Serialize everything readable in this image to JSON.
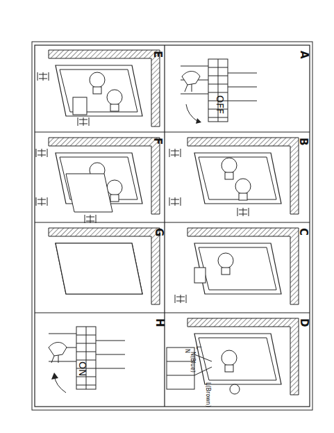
{
  "diagram": {
    "nodes": [
      {
        "text": [
          "A",
          "OFF"
        ]
      },
      {
        "text": [
          "B"
        ]
      },
      {
        "text": [
          "C"
        ]
      },
      {
        "text": [
          "D",
          "L(Brown)",
          "N(Blue)",
          "L",
          "N"
        ]
      },
      {
        "text": [
          "E"
        ]
      },
      {
        "text": [
          "F"
        ]
      },
      {
        "text": [
          "G"
        ]
      },
      {
        "text": [
          "H",
          "ON"
        ]
      }
    ],
    "edges": []
  }
}
